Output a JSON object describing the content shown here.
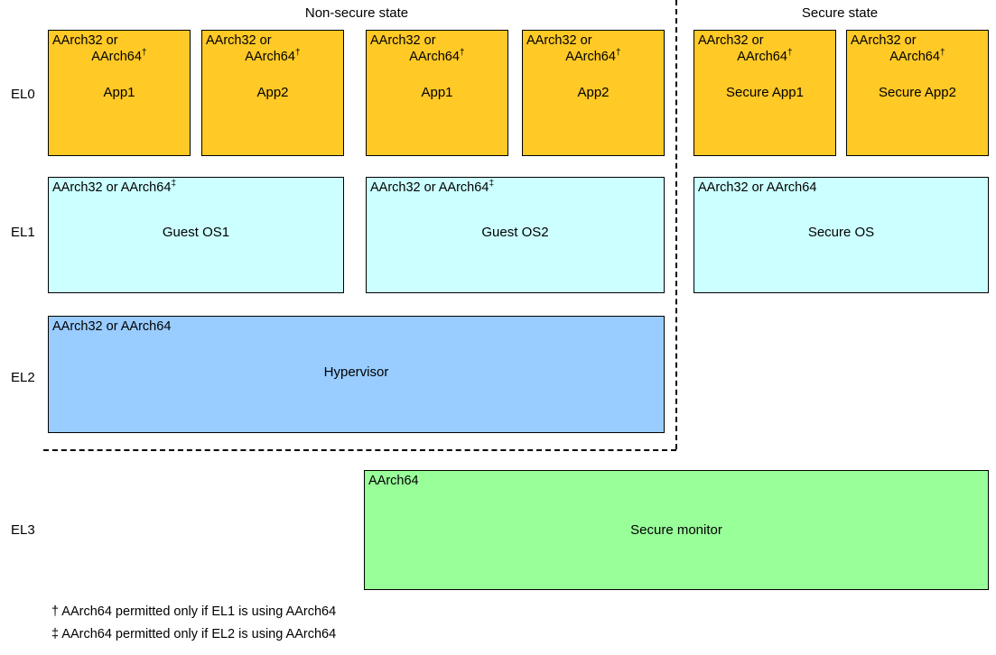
{
  "headers": {
    "nonsecure": "Non-secure state",
    "secure": "Secure state"
  },
  "exception_levels": [
    {
      "label": "EL0"
    },
    {
      "label": "EL1"
    },
    {
      "label": "EL2"
    },
    {
      "label": "EL3"
    }
  ],
  "el0": {
    "nonsecure": [
      {
        "arch_line1": "AArch32 or",
        "arch_line2": "AArch64",
        "arch_marker": "†",
        "name": "App1"
      },
      {
        "arch_line1": "AArch32 or",
        "arch_line2": "AArch64",
        "arch_marker": "†",
        "name": "App2"
      },
      {
        "arch_line1": "AArch32 or",
        "arch_line2": "AArch64",
        "arch_marker": "†",
        "name": "App1"
      },
      {
        "arch_line1": "AArch32 or",
        "arch_line2": "AArch64",
        "arch_marker": "†",
        "name": "App2"
      }
    ],
    "secure": [
      {
        "arch_line1": "AArch32 or",
        "arch_line2": "AArch64",
        "arch_marker": "†",
        "name": "Secure App1"
      },
      {
        "arch_line1": "AArch32 or",
        "arch_line2": "AArch64",
        "arch_marker": "†",
        "name": "Secure App2"
      }
    ]
  },
  "el1": {
    "nonsecure": [
      {
        "arch": "AArch32 or AArch64",
        "arch_marker": "‡",
        "name": "Guest OS1"
      },
      {
        "arch": "AArch32 or AArch64",
        "arch_marker": "‡",
        "name": "Guest OS2"
      }
    ],
    "secure": [
      {
        "arch": "AArch32 or AArch64",
        "arch_marker": "",
        "name": "Secure OS"
      }
    ]
  },
  "el2": {
    "nonsecure": [
      {
        "arch": "AArch32 or AArch64",
        "arch_marker": "",
        "name": "Hypervisor"
      }
    ]
  },
  "el3": {
    "boxes": [
      {
        "arch": "AArch64",
        "arch_marker": "",
        "name": "Secure monitor"
      }
    ]
  },
  "footnotes": [
    "† AArch64 permitted only if EL1 is using AArch64",
    "‡ AArch64 permitted only if EL2 is using AArch64"
  ],
  "colors": {
    "app_fill": "#FFC926",
    "os_fill": "#CCFFFF",
    "hypervisor_fill": "#99CCFF",
    "monitor_fill": "#99FF99",
    "border": "#000000",
    "background": "#FFFFFF"
  }
}
